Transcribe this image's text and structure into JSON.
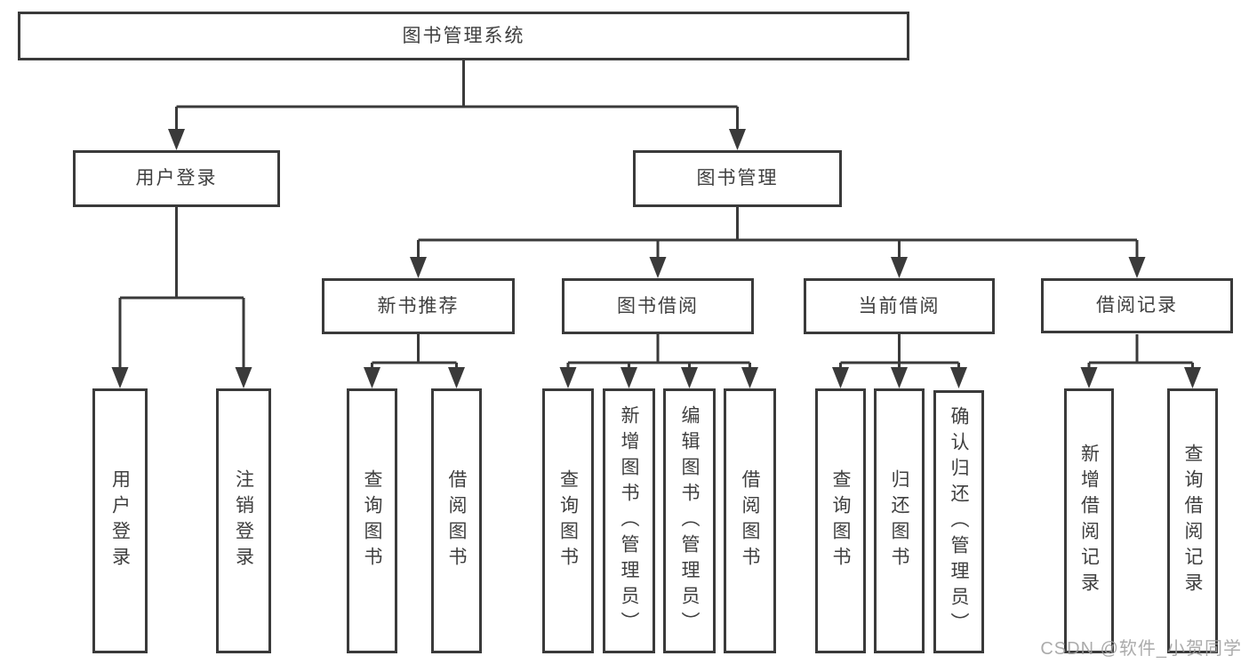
{
  "tree": {
    "root": {
      "label": "图书管理系统",
      "children": [
        {
          "label": "用户登录",
          "children": [
            {
              "label": "用户登录"
            },
            {
              "label": "注销登录"
            }
          ]
        },
        {
          "label": "图书管理",
          "children": [
            {
              "label": "新书推荐",
              "children": [
                {
                  "label": "查询图书"
                },
                {
                  "label": "借阅图书"
                }
              ]
            },
            {
              "label": "图书借阅",
              "children": [
                {
                  "label": "查询图书"
                },
                {
                  "label": "新增图书（管理员）"
                },
                {
                  "label": "编辑图书（管理员）"
                },
                {
                  "label": "借阅图书"
                }
              ]
            },
            {
              "label": "当前借阅",
              "children": [
                {
                  "label": "查询图书"
                },
                {
                  "label": "归还图书"
                },
                {
                  "label": "确认归还（管理员）"
                }
              ]
            },
            {
              "label": "借阅记录",
              "children": [
                {
                  "label": "新增借阅记录"
                },
                {
                  "label": "查询借阅记录"
                }
              ]
            }
          ]
        }
      ]
    }
  },
  "watermark": {
    "text": "CSDN @软件_小贺同学"
  },
  "colors": {
    "line": "#3a3a3a",
    "text": "#3f3f3f",
    "background": "#ffffff",
    "watermark": "#9d9d9d"
  }
}
